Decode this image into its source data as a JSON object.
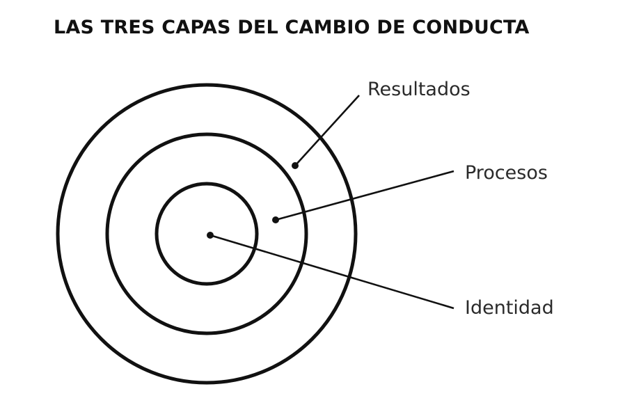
{
  "title": "LAS TRES CAPAS DEL CAMBIO DE CONDUCTA",
  "layers": [
    {
      "id": "outer",
      "label": "Resultados"
    },
    {
      "id": "middle",
      "label": "Procesos"
    },
    {
      "id": "inner",
      "label": "Identidad"
    }
  ],
  "colors": {
    "ink": "#111111",
    "label": "#2a2a2a",
    "background": "#ffffff"
  }
}
